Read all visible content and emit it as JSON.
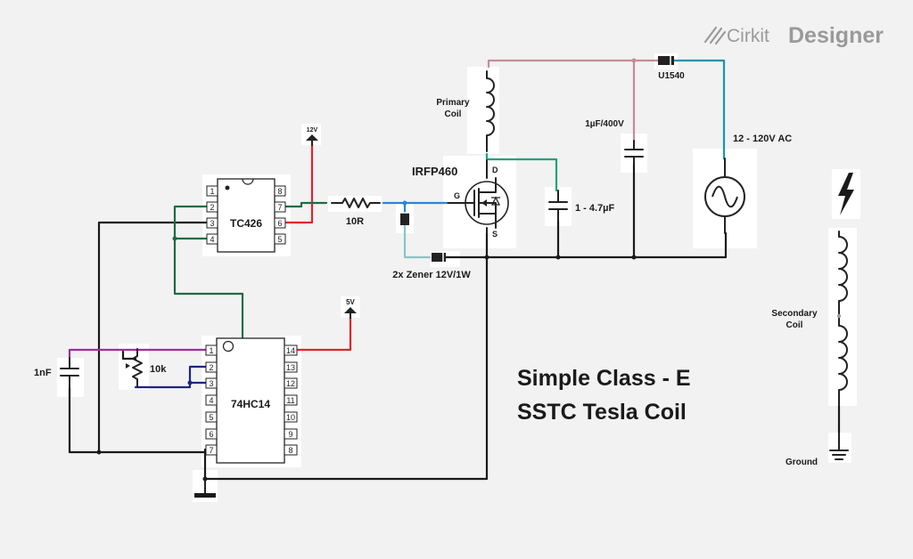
{
  "brand": {
    "prefix": "Cirkit",
    "name": "Designer"
  },
  "title": {
    "line1": "Simple Class - E",
    "line2": "SSTC Tesla Coil"
  },
  "components": {
    "tc426": {
      "name": "TC426",
      "pins_left": [
        "1",
        "2",
        "3",
        "4"
      ],
      "pins_right": [
        "8",
        "7",
        "6",
        "5"
      ]
    },
    "hex_inverter": {
      "name": "74HC14",
      "pins_left": [
        "1",
        "2",
        "3",
        "4",
        "5",
        "6",
        "7"
      ],
      "pins_right": [
        "14",
        "13",
        "12",
        "11",
        "10",
        "9",
        "8"
      ]
    },
    "mosfet": {
      "name": "IRFP460",
      "gate": "G",
      "drain": "D",
      "source": "S"
    },
    "resistor": {
      "value": "10R"
    },
    "potentiometer": {
      "value": "10k"
    },
    "timing_cap": {
      "value": "1nF"
    },
    "zener": {
      "label": "2x Zener 12V/1W"
    },
    "primary": {
      "label_line1": "Primary",
      "label_line2": "Coil"
    },
    "tank_cap": {
      "value": "1 - 4.7µF"
    },
    "dc_cap": {
      "value": "1µF/400V"
    },
    "diode": {
      "label": "U1540"
    },
    "ac_source": {
      "label": "12 - 120V AC"
    },
    "supply_12v": {
      "label": "12V"
    },
    "supply_5v": {
      "label": "5V"
    },
    "secondary": {
      "label_line1": "Secondary",
      "label_line2": "Coil"
    },
    "ground": {
      "label": "Ground"
    }
  },
  "colors": {
    "black": "#1a1a1a",
    "red": "#e0252b",
    "dark_green": "#1f6b45",
    "green": "#1aa37a",
    "purple": "#9c2f9c",
    "navy": "#1c2580",
    "blue": "#2a86d6",
    "light_teal": "#86c6c6",
    "mauve": "#c48c9c",
    "teal": "#1b95ab",
    "brand_gray": "#9a9a9a"
  }
}
